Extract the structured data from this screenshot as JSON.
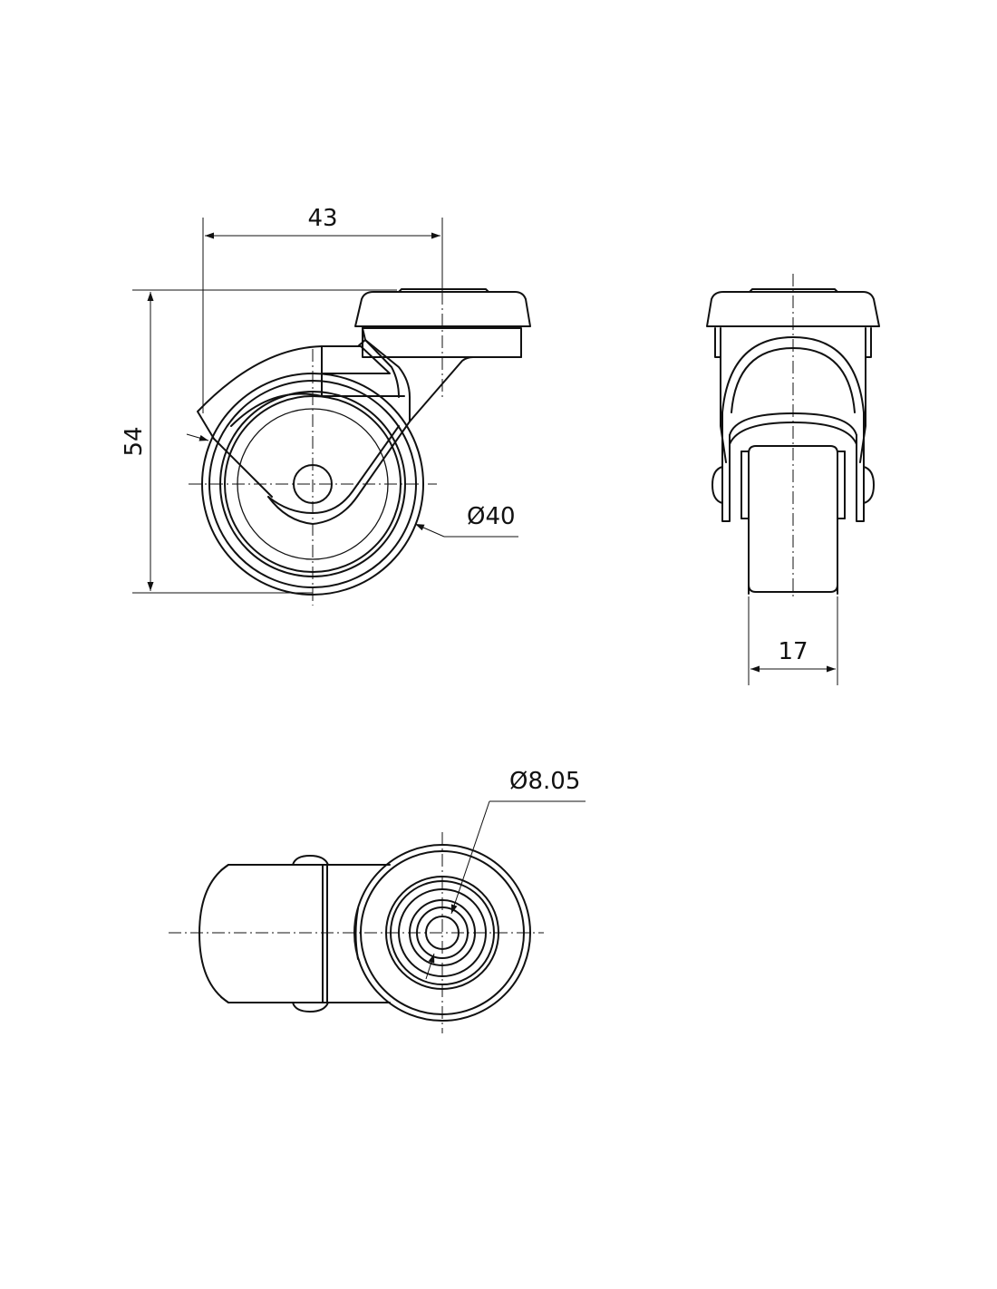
{
  "colors": {
    "line": "#111111",
    "background": "#ffffff"
  },
  "dimensions": {
    "offset_width": "43",
    "overall_height": "54",
    "wheel_diameter": "Ø40",
    "wheel_width": "17",
    "bolt_hole_diameter": "Ø8.05"
  }
}
